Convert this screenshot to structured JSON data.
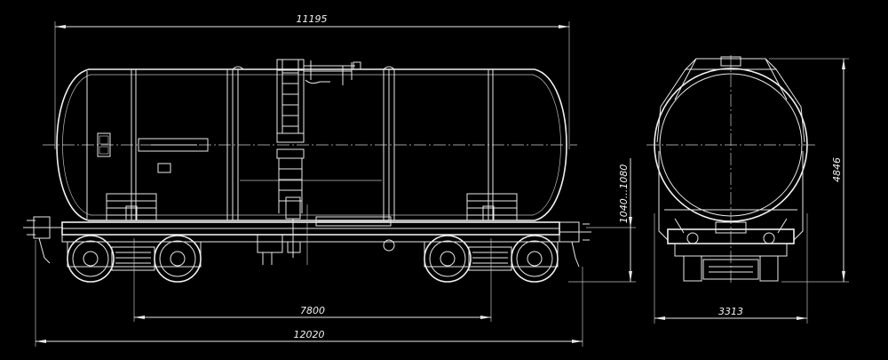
{
  "dimensions": {
    "tank_length": "11195",
    "bogie_base": "7800",
    "overall_length": "12020",
    "coupler_height": "1040...1080",
    "width": "3313",
    "height": "4846"
  },
  "colors": {
    "background": "#000000",
    "line": "#e8e8e8"
  }
}
